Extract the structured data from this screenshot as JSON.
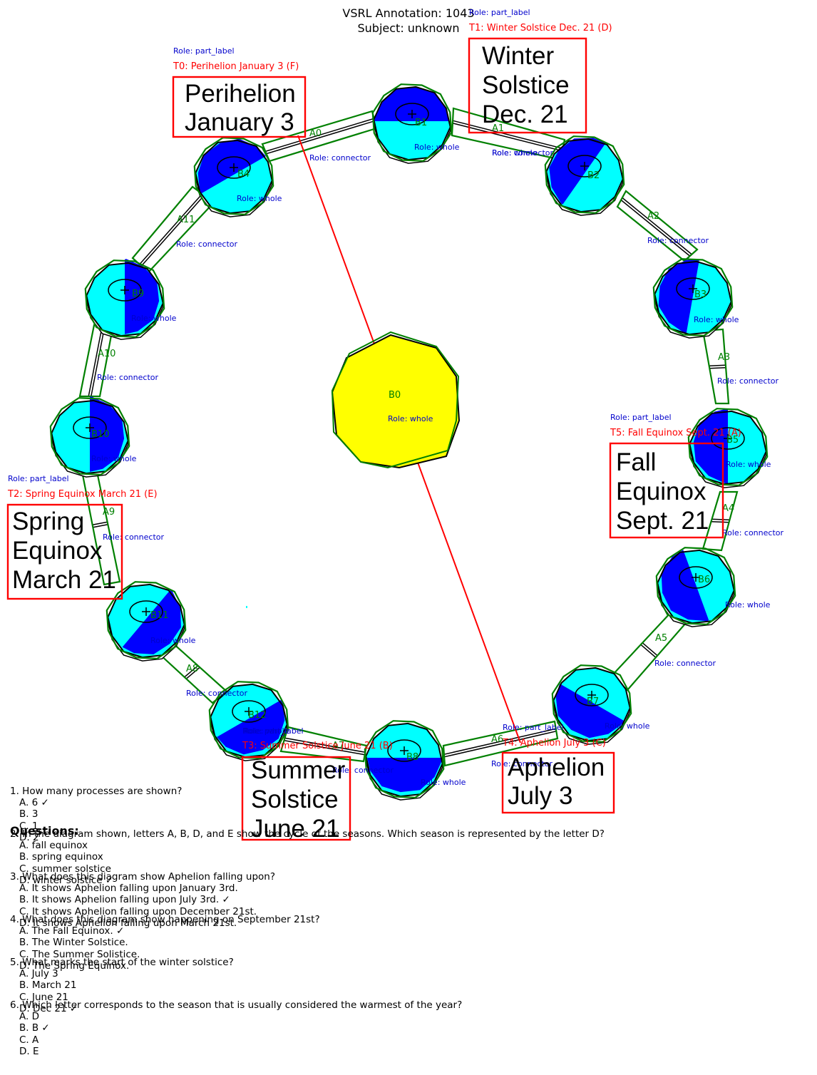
{
  "header": {
    "title": "VSRL Annotation: 1043",
    "subject": "Subject: unknown"
  },
  "colors": {
    "annotation_green": "#008000",
    "label_red": "#ff0000",
    "role_blue": "#0000cc",
    "earth_dark": "#0000ff",
    "earth_light": "#00ffff",
    "sun_yellow": "#ffff00"
  },
  "sun": {
    "id": "B0",
    "role": "Role: whole"
  },
  "earths": [
    {
      "id": "B1",
      "role": "Role: whole"
    },
    {
      "id": "B2",
      "role": "Role: whole"
    },
    {
      "id": "B3",
      "role": "Role: whole"
    },
    {
      "id": "B4",
      "role": "Role: whole"
    },
    {
      "id": "B5",
      "role": "Role: whole"
    },
    {
      "id": "B6",
      "role": "Role: whole"
    },
    {
      "id": "B7",
      "role": "Role: whole"
    },
    {
      "id": "B8",
      "role": "Role: whole"
    },
    {
      "id": "B9",
      "role": "Role: whole"
    },
    {
      "id": "B10",
      "role": "Role: whole"
    },
    {
      "id": "B11",
      "role": "Role: whole"
    },
    {
      "id": "B12",
      "role": "Role: whole"
    }
  ],
  "arrows": [
    {
      "id": "A0",
      "role": "Role: connector"
    },
    {
      "id": "A1",
      "role": "Role: connector"
    },
    {
      "id": "A2",
      "role": "Role: connector"
    },
    {
      "id": "A3",
      "role": "Role: connector"
    },
    {
      "id": "A4",
      "role": "Role: connector"
    },
    {
      "id": "A5",
      "role": "Role: connector"
    },
    {
      "id": "A6",
      "role": "Role: connector"
    },
    {
      "id": "A7",
      "role": "Role: connector"
    },
    {
      "id": "A8",
      "role": "Role: connector"
    },
    {
      "id": "A9",
      "role": "Role: connector"
    },
    {
      "id": "A10",
      "role": "Role: connector"
    },
    {
      "id": "A11",
      "role": "Role: connector"
    }
  ],
  "text_labels": [
    {
      "id": "T0: Perihelion January 3 (F)",
      "role": "Role: part_label",
      "lines": [
        "Perihelion",
        "January 3"
      ]
    },
    {
      "id": "T1: Winter Solstice Dec. 21 (D)",
      "role": "Role: part_label",
      "lines": [
        "Winter",
        "Solstice",
        "Dec. 21"
      ]
    },
    {
      "id": "T2: Spring Equinox March 21 (E)",
      "role": "Role: part_label",
      "lines": [
        "Spring",
        "Equinox",
        "March 21"
      ]
    },
    {
      "id": "T3: Summer Solstice June 21 (B)",
      "role": "Role: part_label",
      "lines": [
        "Summer",
        "Solstice",
        "June 21"
      ]
    },
    {
      "id": "T4: Aphelion July 3 (C)",
      "role": "Role: part_label",
      "lines": [
        "Aphelion",
        "July 3"
      ]
    },
    {
      "id": "T5: Fall Equinox Sept. 21 (A)",
      "role": "Role: part_label",
      "lines": [
        "Fall",
        "Equinox",
        "Sept. 21"
      ]
    }
  ],
  "questions_header": "Questions:",
  "questions": [
    {
      "text": "1. How many processes are shown?",
      "options": [
        "A. 6 ✓",
        "B. 3",
        "C. 1",
        "D. 2"
      ]
    },
    {
      "text": "2. In the diagram shown, letters A, B, D, and E show the cycle of the seasons. Which season is represented by the letter D?",
      "options": [
        "A. fall equinox",
        "B. spring equinox",
        "C. summer solstice",
        "D. winter solstice ✓"
      ]
    },
    {
      "text": "3. What does this diagram show Aphelion falling upon?",
      "options": [
        "A. It shows Aphelion falling upon January 3rd.",
        "B. It shows Aphelion falling upon July 3rd. ✓",
        "C. It shows Aphelion falling upon December 21st.",
        "D. It shows Aphelion falling upon March 21st."
      ]
    },
    {
      "text": "4. What does this diagram show happening on September 21st?",
      "options": [
        "A. The Fall Equinox. ✓",
        "B. The Winter Solstice.",
        "C. The Summer Solistice.",
        "D. The Spring Equinox."
      ]
    },
    {
      "text": "5. What marks the start of the winter solstice?",
      "options": [
        "A. July 3",
        "B. March 21",
        "C. June 21",
        "D. Dec 21 ✓"
      ]
    },
    {
      "text": "6. Which letter corresponds to the season that is usually considered the warmest of the year?",
      "options": [
        "A. D",
        "B. B ✓",
        "C. A",
        "D. E"
      ]
    }
  ]
}
